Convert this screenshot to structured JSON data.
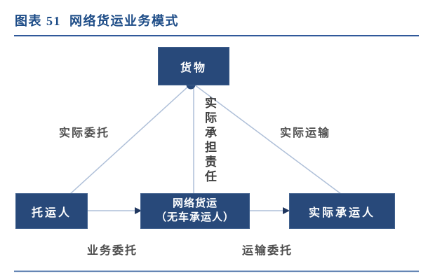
{
  "page": {
    "title": "图表 51  网络货运业务模式"
  },
  "diagram": {
    "nodes": {
      "goods": "货物",
      "shipper": "托运人",
      "network_freight_line1": "网络货运",
      "network_freight_line2": "（无车承运人）",
      "actual_carrier": "实际承运人"
    },
    "edge_labels": {
      "actual_entrustment": "实际委托",
      "actual_responsibility": "实际承担责任",
      "actual_transport": "实际运输",
      "business_entrustment": "业务委托",
      "transport_entrustment": "运输委托"
    },
    "colors": {
      "node_fill": "#28497A",
      "title_text": "#1D4C87",
      "rule_line": "#30599A",
      "connector_line": "#AEBFD8",
      "arrowhead": "#20375F",
      "label_text": "#4F4F4F"
    }
  }
}
